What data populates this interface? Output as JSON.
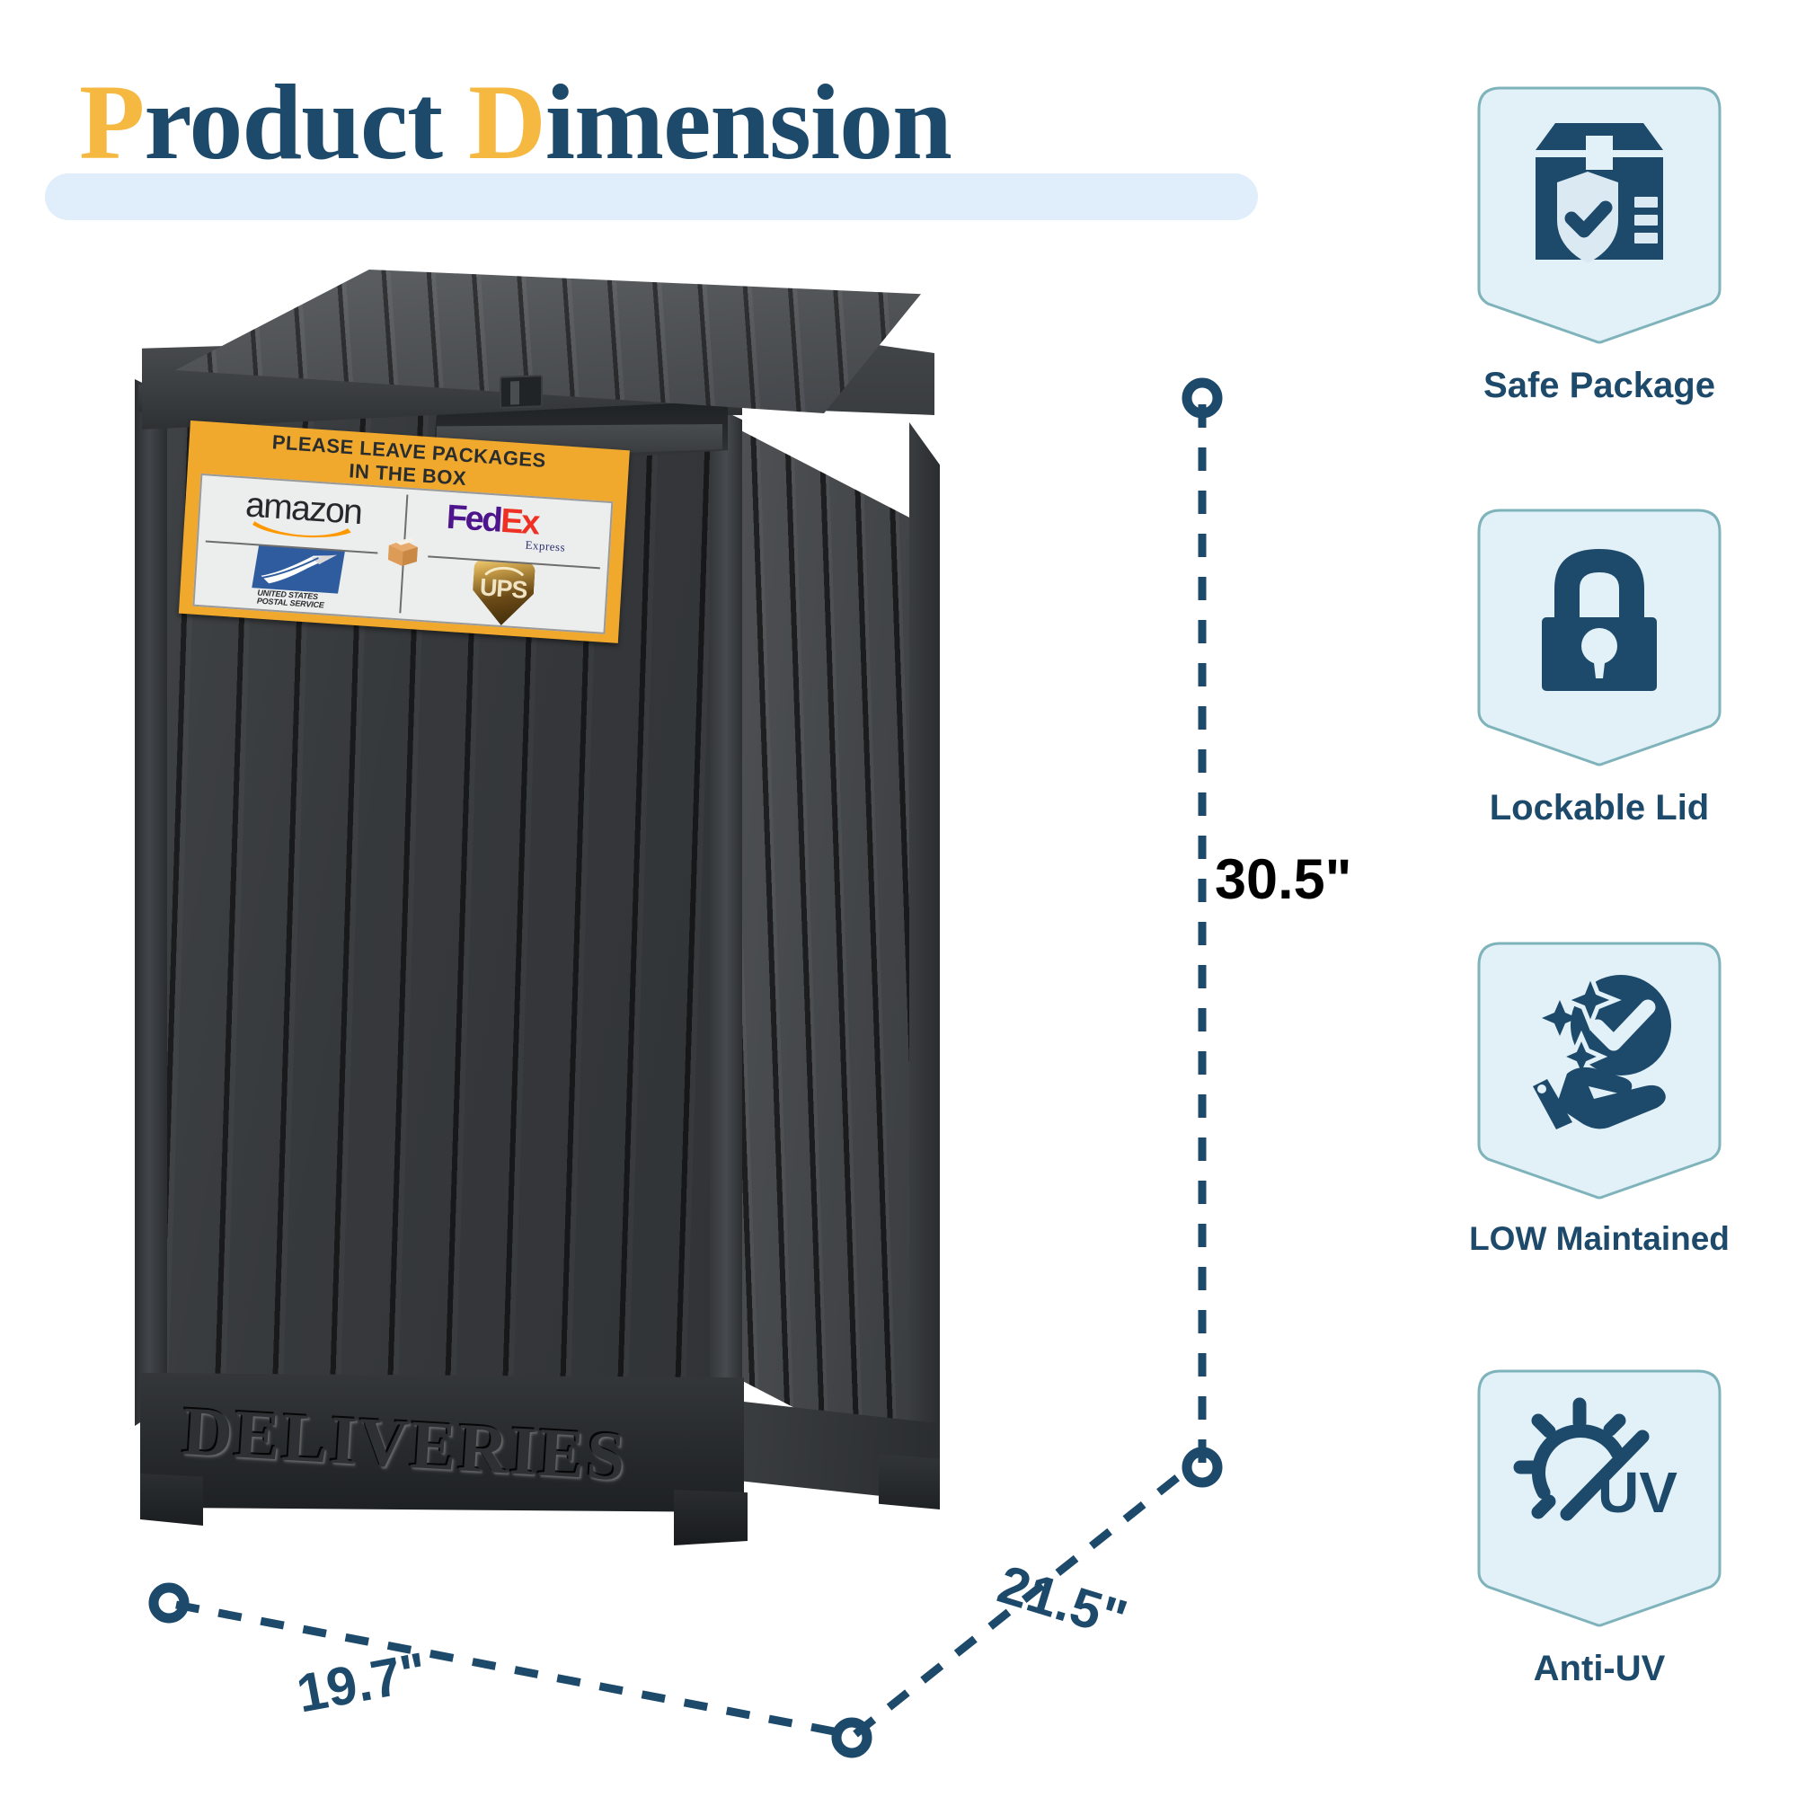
{
  "page": {
    "title_parts": {
      "word1_cap": "P",
      "word1_rest": "roduct",
      "space": " ",
      "word2_cap": "D",
      "word2_rest": "imension"
    },
    "title_full": "Product Dimension",
    "background_color": "#ffffff",
    "accent_navy": "#1d4a6b",
    "accent_gold": "#f5b942",
    "accent_lightblue": "#dfeefa",
    "tile_fill": "#e2f0f7",
    "tile_border": "#7fb3bb"
  },
  "product": {
    "name": "Delivery Package Drop Box",
    "body_color": "#303336",
    "emboss_text": "DELIVERIES",
    "label": {
      "headline_line1": "PLEASE LEAVE PACKAGES",
      "headline_line2": "IN THE BOX",
      "plate_color": "#f0a92c",
      "inner_color": "#eceded",
      "carriers": [
        {
          "name": "amazon",
          "wordmark": "amazon",
          "color": "#26282b",
          "accent": "#ff9900"
        },
        {
          "name": "fedex",
          "wordmark_part1": "Fed",
          "wordmark_part2": "Ex",
          "sub": "Express",
          "color1": "#4d148c",
          "color2": "#ee3124"
        },
        {
          "name": "usps",
          "line1": "UNITED STATES",
          "line2": "POSTAL SERVICE",
          "color": "#2f5c9e"
        },
        {
          "name": "ups",
          "wordmark": "UPS",
          "color": "#6b4a17"
        }
      ],
      "center_icon": "package-box-icon"
    }
  },
  "dimensions": {
    "height": "30.5\"",
    "width": "19.7\"",
    "depth": "21.5\"",
    "unit": "inches",
    "line_color": "#1d4a6b",
    "line_style": "dashed"
  },
  "features": [
    {
      "icon": "safe-package-icon",
      "label": "Safe Package"
    },
    {
      "icon": "padlock-icon",
      "label": "Lockable Lid"
    },
    {
      "icon": "hand-sparkle-check-icon",
      "label": "LOW Maintained"
    },
    {
      "icon": "sun-uv-blocked-icon",
      "label": "Anti-UV"
    }
  ]
}
